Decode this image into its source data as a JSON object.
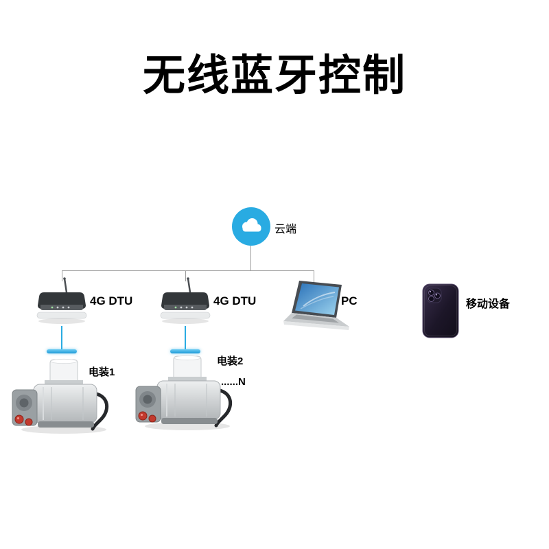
{
  "title": "无线蓝牙控制",
  "cloud": {
    "label": "云端"
  },
  "devices": {
    "dtu1": {
      "label": "4G DTU"
    },
    "dtu2": {
      "label": "4G DTU"
    },
    "pc": {
      "label": "PC"
    },
    "mobile": {
      "label": "移动设备"
    },
    "actuator1": {
      "label": "电装1"
    },
    "actuator2": {
      "label": "电装2",
      "more": "......N"
    }
  },
  "colors": {
    "accent_blue": "#29abe2",
    "line_grey": "#9c9c9c",
    "text_black": "#000000"
  }
}
